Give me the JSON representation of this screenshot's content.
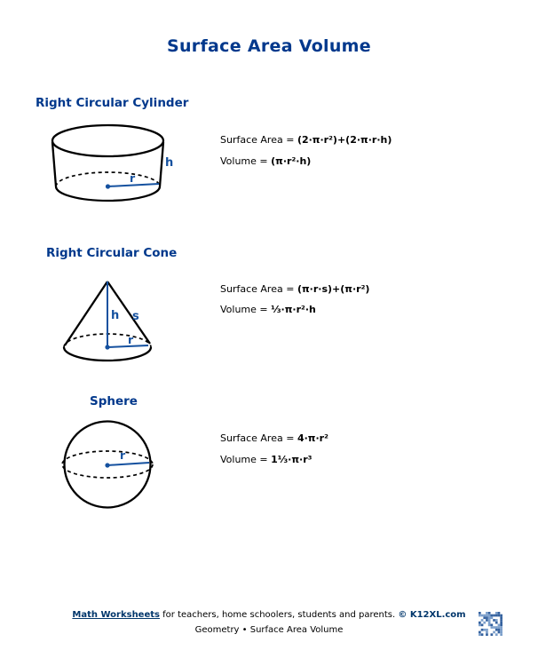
{
  "page": {
    "title": "Surface Area Volume"
  },
  "colors": {
    "heading_blue": "#00388C",
    "label_blue": "#15519F",
    "outline_black": "#000000",
    "qr_blue": "#35629F"
  },
  "sections": [
    {
      "heading": "Right Circular Cylinder",
      "labels": {
        "h": "h",
        "r": "r"
      },
      "formulas": [
        {
          "label": "Surface Area =",
          "value": "(2·π·r²)+(2·π·r·h)"
        },
        {
          "label": "Volume =",
          "value": "(π·r²·h)"
        }
      ]
    },
    {
      "heading": "Right Circular Cone",
      "labels": {
        "h": "h",
        "s": "s",
        "r": "r"
      },
      "formulas": [
        {
          "label": "Surface Area =",
          "value": "(π·r·s)+(π·r²)"
        },
        {
          "label": "Volume =",
          "value": "⅓·π·r²·h"
        }
      ]
    },
    {
      "heading": "Sphere",
      "labels": {
        "r": "r"
      },
      "formulas": [
        {
          "label": "Surface Area =",
          "value": "4·π·r²"
        },
        {
          "label": "Volume =",
          "value": "1⅓·π·r³"
        }
      ]
    }
  ],
  "footer": {
    "link": "Math Worksheets",
    "text": " for teachers, home schoolers, students and parents. ",
    "copyright": "© K12XL.com",
    "line2": "Geometry • Surface Area Volume"
  }
}
